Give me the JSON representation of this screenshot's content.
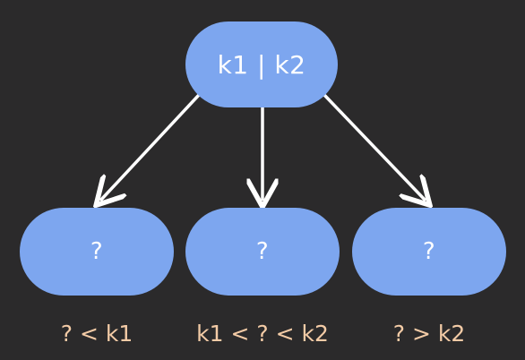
{
  "root": {
    "label": "k1 | k2"
  },
  "children": [
    {
      "label": "?",
      "range": "? < k1"
    },
    {
      "label": "?",
      "range": "k1 < ? < k2"
    },
    {
      "label": "?",
      "range": "? > k2"
    }
  ],
  "colors": {
    "background": "#2b2a2b",
    "node_fill": "#7da6ef",
    "node_text": "#ffffff",
    "edge": "#ffffff",
    "range_text": "#f3cba6"
  }
}
